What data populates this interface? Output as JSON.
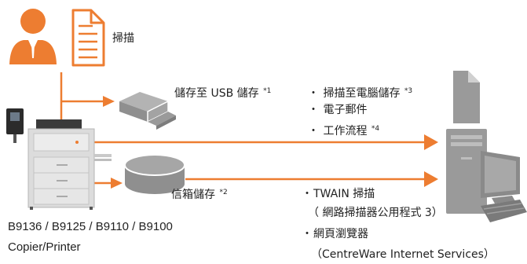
{
  "colors": {
    "orange": "#ED7D31",
    "gray": "#9a9a9a",
    "dark_gray": "#7a7a7a",
    "printer_body": "#d9d9d9",
    "printer_dark": "#2b2b2b"
  },
  "icons": {
    "user": "user-icon",
    "document": "document-icon",
    "usb": "usb-drive-icon",
    "mailbox": "mailbox-storage-icon",
    "file": "file-icon",
    "computer": "computer-icon",
    "printer": "printer-icon"
  },
  "scan_label": "掃描",
  "usb": {
    "label": "儲存至 USB 儲存",
    "note": "*1"
  },
  "mailbox": {
    "label": "信箱儲存",
    "note": "*2"
  },
  "pc_destinations": [
    {
      "label": "掃描至電腦儲存",
      "note": "*3"
    },
    {
      "label": "電子郵件",
      "note": ""
    },
    {
      "label": "工作流程",
      "note": "*4"
    }
  ],
  "pull_methods": {
    "twain": "TWAIN 掃描",
    "twain_sub": "（ 網路掃描器公用程式 3）",
    "browser": "網頁瀏覽器",
    "browser_sub": "（CentreWare Internet Services）"
  },
  "model": {
    "line1": "B9136 / B9125 / B9110 / B9100",
    "line2": "Copier/Printer"
  }
}
